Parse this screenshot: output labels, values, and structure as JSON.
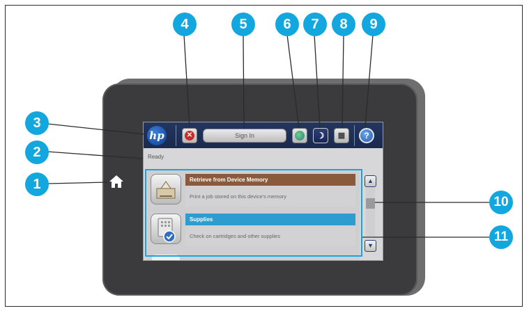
{
  "screen": {
    "sign_in_label": "Sign In",
    "status_text": "Ready",
    "hp_logo_text": "hp",
    "stop_icon": "stop-icon",
    "globe_icon": "globe-icon",
    "sleep_icon": "sleep-icon",
    "network_icon": "network-icon",
    "help_label": "?",
    "menu_items": [
      {
        "title": "Retrieve from Device Memory",
        "description": "Print a job stored on this device's memory",
        "title_color": "#8a5a3c"
      },
      {
        "title": "Supplies",
        "description": "Check on cartridges and other supplies",
        "title_color": "#2e9ccf"
      }
    ]
  },
  "callouts": [
    "1",
    "2",
    "3",
    "4",
    "5",
    "6",
    "7",
    "8",
    "9",
    "10",
    "11"
  ],
  "colors": {
    "callout": "#13a7e0",
    "device_body": "#3b3b3d",
    "topbar": "#1f3158"
  }
}
